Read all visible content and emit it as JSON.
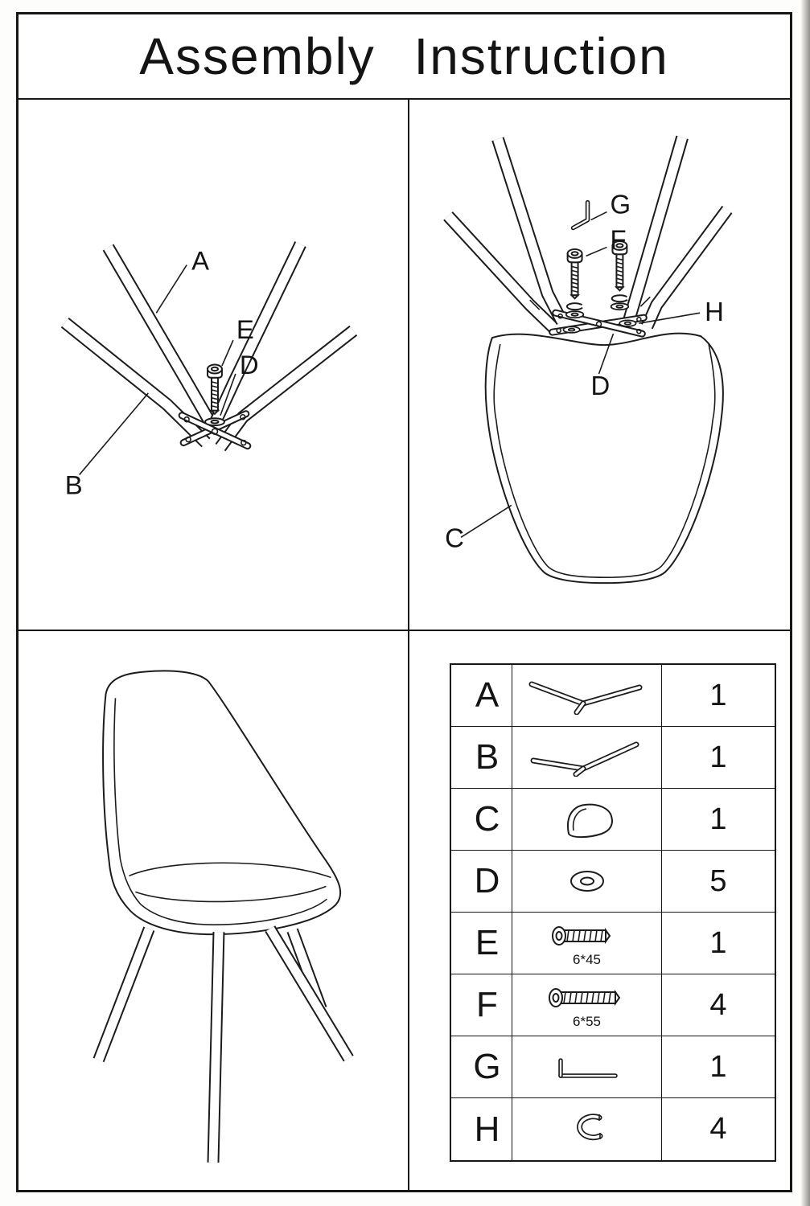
{
  "ink": "#1c1c1c",
  "title": "Assembly Instruction",
  "diagrams": {
    "base": {
      "label_a": "A",
      "label_b": "B",
      "label_d": "D",
      "label_e": "E"
    },
    "seat": {
      "label_c": "C",
      "label_d": "D",
      "label_f": "F",
      "label_g": "G",
      "label_h": "H"
    }
  },
  "parts": {
    "rows": [
      {
        "letter": "A",
        "icon": "leg-frame-a-icon",
        "qty": "1",
        "note": ""
      },
      {
        "letter": "B",
        "icon": "leg-frame-b-icon",
        "qty": "1",
        "note": ""
      },
      {
        "letter": "C",
        "icon": "seat-shell-icon",
        "qty": "1",
        "note": ""
      },
      {
        "letter": "D",
        "icon": "flat-washer-icon",
        "qty": "5",
        "note": ""
      },
      {
        "letter": "E",
        "icon": "bolt-icon",
        "qty": "1",
        "note": "6*45"
      },
      {
        "letter": "F",
        "icon": "bolt-icon",
        "qty": "4",
        "note": "6*55"
      },
      {
        "letter": "G",
        "icon": "allen-key-icon",
        "qty": "1",
        "note": ""
      },
      {
        "letter": "H",
        "icon": "spring-washer-icon",
        "qty": "4",
        "note": ""
      }
    ]
  }
}
